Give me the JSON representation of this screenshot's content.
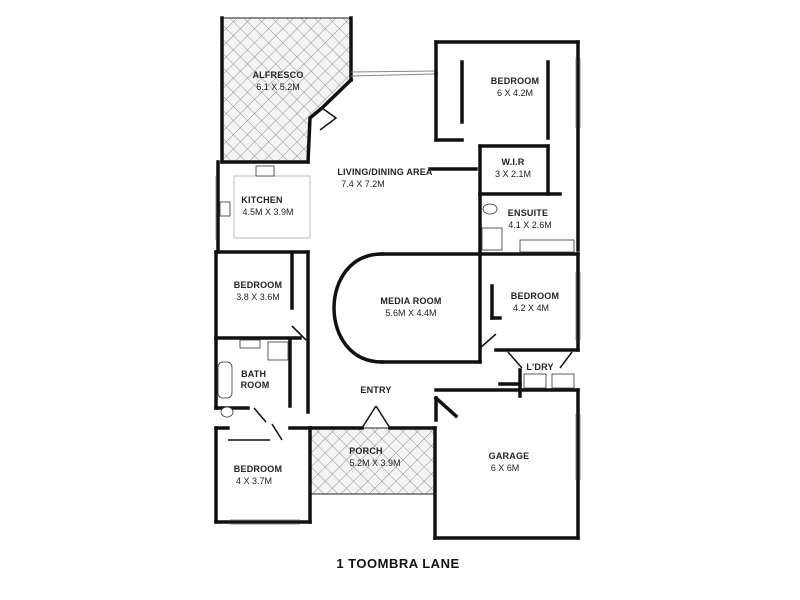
{
  "plan": {
    "title": "1 TOOMBRA LANE",
    "rooms": [
      {
        "id": "alfresco",
        "name": "ALFRESCO",
        "dims": "6.1 X 5.2M"
      },
      {
        "id": "bedroom-master",
        "name": "BEDROOM",
        "dims": "6 X 4.2M"
      },
      {
        "id": "wir",
        "name": "W.I.R",
        "dims": "3 X 2.1M"
      },
      {
        "id": "living",
        "name": "LIVING/DINING AREA",
        "dims": "7.4 X 7.2M"
      },
      {
        "id": "kitchen",
        "name": "KITCHEN",
        "dims": "4.5M X 3.9M"
      },
      {
        "id": "ensuite",
        "name": "ENSUITE",
        "dims": "4.1 X 2.6M"
      },
      {
        "id": "bedroom-2",
        "name": "BEDROOM",
        "dims": "3.8 X 3.6M"
      },
      {
        "id": "media",
        "name": "MEDIA ROOM",
        "dims": "5.6M X 4.4M"
      },
      {
        "id": "bedroom-3",
        "name": "BEDROOM",
        "dims": "4.2 X 4M"
      },
      {
        "id": "bathroom",
        "name": "BATH ROOM",
        "dims": ""
      },
      {
        "id": "laundry",
        "name": "L'DRY",
        "dims": ""
      },
      {
        "id": "entry",
        "name": "ENTRY",
        "dims": ""
      },
      {
        "id": "porch",
        "name": "PORCH",
        "dims": "5.2M X 3.9M"
      },
      {
        "id": "garage",
        "name": "GARAGE",
        "dims": "6 X 6M"
      },
      {
        "id": "bedroom-4",
        "name": "BEDROOM",
        "dims": "4 X 3.7M"
      }
    ]
  }
}
